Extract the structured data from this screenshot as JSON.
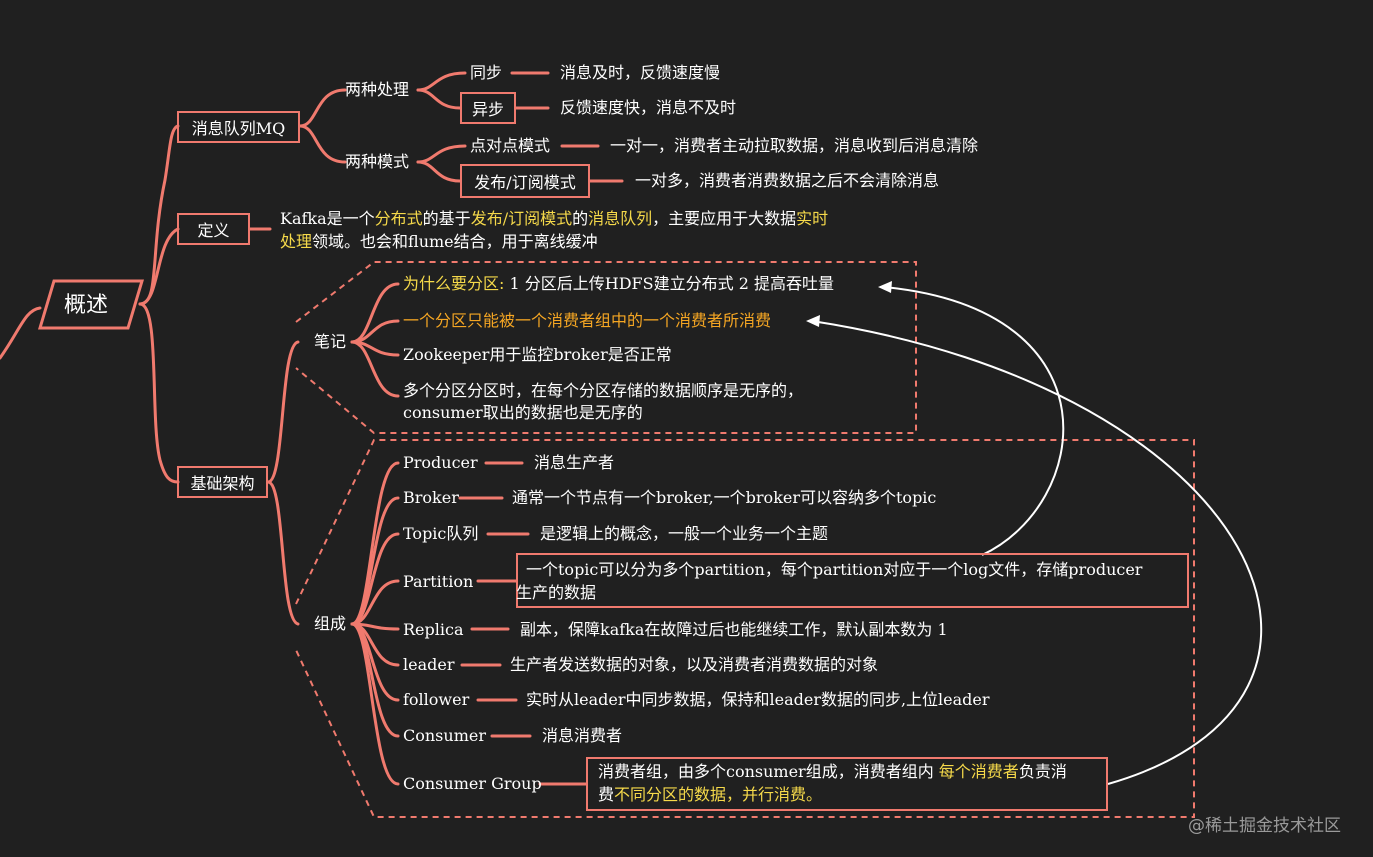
{
  "root": {
    "label": "概述"
  },
  "mq": {
    "label": "消息队列MQ",
    "processing": {
      "label": "两种处理",
      "sync": {
        "label": "同步",
        "desc": "消息及时，反馈速度慢"
      },
      "async": {
        "label": "异步",
        "desc": "反馈速度快，消息不及时"
      }
    },
    "modes": {
      "label": "两种模式",
      "p2p": {
        "label": "点对点模式",
        "desc": "一对一，消费者主动拉取数据，消息收到后消息清除"
      },
      "pubsub": {
        "label": "发布/订阅模式",
        "desc": "一对多，消费者消费数据之后不会清除消息"
      }
    }
  },
  "definition": {
    "label": "定义",
    "line1": [
      "Kafka是一个",
      "分布式",
      "的基于",
      "发布/订阅模式",
      "的",
      "消息队列",
      "，主要应用于大数据",
      "实时"
    ],
    "line2": [
      "处理",
      "领域。也会和flume结合，用于离线缓冲"
    ]
  },
  "arch": {
    "label": "基础架构",
    "notes": {
      "label": "笔记",
      "n1_label": "为什么要分区:",
      "n1_text": " 1 分区后上传HDFS建立分布式  2 提高吞吐量",
      "n2": "一个分区只能被一个消费者组中的一个消费者所消费",
      "n3": "Zookeeper用于监控broker是否正常",
      "n4a": "多个分区分区时，在每个分区存储的数据顺序是无序的，",
      "n4b": "consumer取出的数据也是无序的"
    },
    "components": {
      "label": "组成",
      "producer": {
        "label": "Producer",
        "desc": "消息生产者"
      },
      "broker": {
        "label": "Broker",
        "desc": "通常一个节点有一个broker,一个broker可以容纳多个topic"
      },
      "topic": {
        "label": "Topic队列",
        "desc": "是逻辑上的概念，一般一个业务一个主题"
      },
      "partition": {
        "label": "Partition",
        "desc1": "一个topic可以分为多个partition，每个partition对应于一个log文件，存储producer",
        "desc2": "生产的数据"
      },
      "replica": {
        "label": "Replica",
        "desc": "副本，保障kafka在故障过后也能继续工作，默认副本数为 1"
      },
      "leader": {
        "label": "leader",
        "desc": "生产者发送数据的对象，以及消费者消费数据的对象"
      },
      "follower": {
        "label": "follower",
        "desc": "实时从leader中同步数据，保持和leader数据的同步,上位leader"
      },
      "consumer": {
        "label": "Consumer",
        "desc": "消息消费者"
      },
      "group": {
        "label": "Consumer Group",
        "line1": [
          "消费者组，由多个consumer组成，消费者组内 ",
          "每个消费者",
          "负责消"
        ],
        "line2": [
          "费",
          "不同分区的数据，并行消费。"
        ]
      }
    }
  },
  "watermark": "@稀土掘金技术社区",
  "colors": {
    "background": "#202020",
    "branch": "#f07a6e",
    "highlight_yellow": "#f5d94a",
    "highlight_orange": "#f5a623",
    "arrow": "#ffffff"
  }
}
